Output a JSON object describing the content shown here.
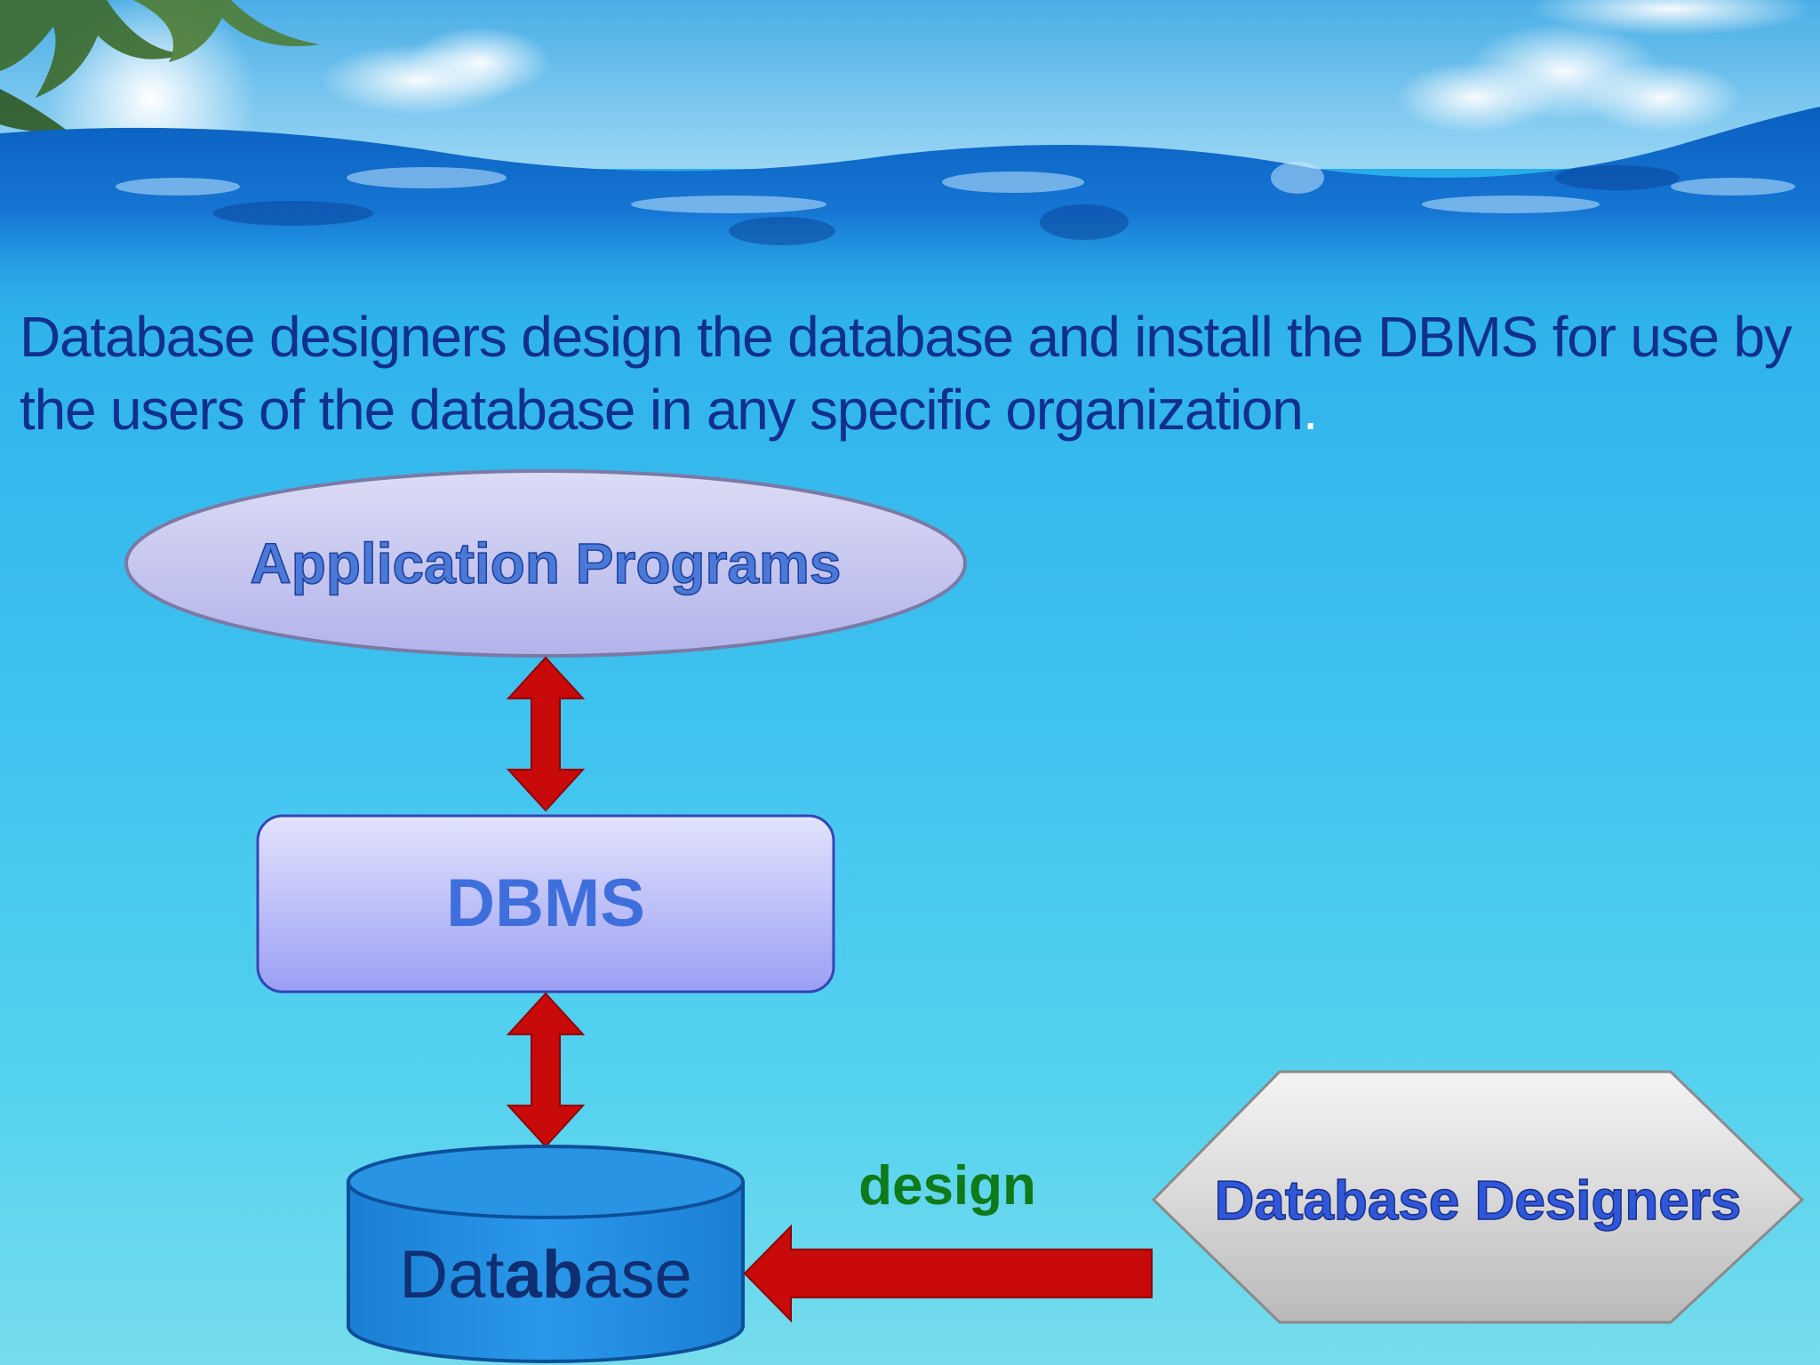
{
  "slide": {
    "caption_main": "Database designers design the database and install the DBMS for use by the users of the database in any specific organization",
    "caption_end": "."
  },
  "diagram": {
    "top_node": "Application Programs",
    "middle_node": "DBMS",
    "bottom_node_part1": "Dat",
    "bottom_node_part2": "ab",
    "bottom_node_part3": "ase",
    "edge_label": "design",
    "source_node": "Database Designers"
  },
  "colors": {
    "caption": "#112f8f",
    "arrow": "#c80a0a",
    "ellipse": "#c5c6f0",
    "dbms_box": "#c9ccfb",
    "cylinder": "#1f8fe0",
    "hexagon": "#d8d8d8",
    "edge_label": "#0f7a1a",
    "node_text": "#3f6fdc"
  }
}
